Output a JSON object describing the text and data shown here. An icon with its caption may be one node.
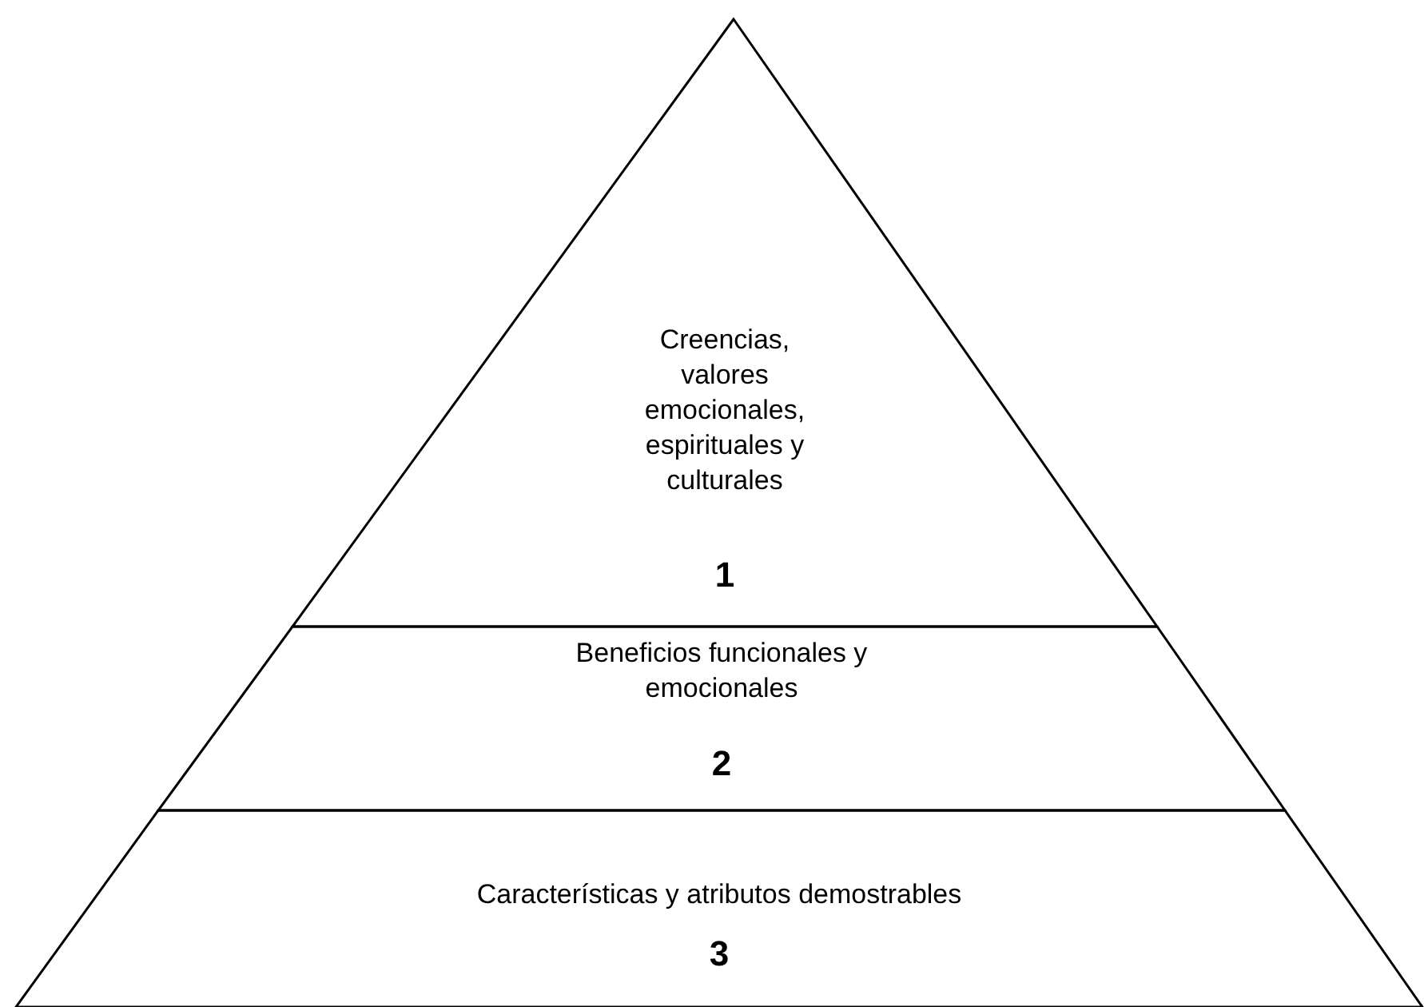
{
  "diagram": {
    "nodes": [
      {
        "text": [
          "Creencias, valores emocionales, espirituales y culturales",
          "1"
        ]
      },
      {
        "text": [
          "Beneficios funcionales y emocionales",
          "2"
        ]
      },
      {
        "text": [
          "Características y atributos demostrables",
          "3"
        ]
      }
    ]
  }
}
